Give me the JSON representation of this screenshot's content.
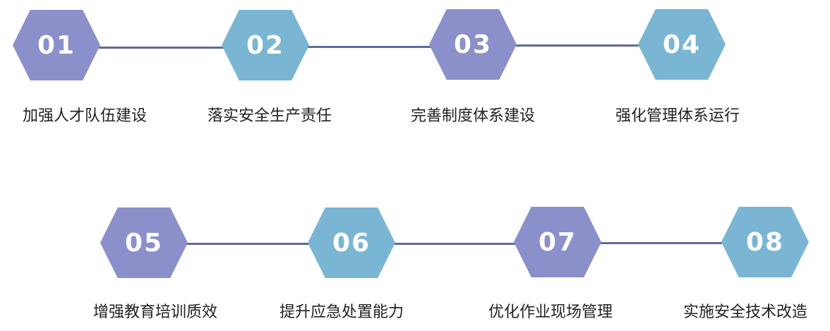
{
  "steps": [
    {
      "number": "01",
      "label": "加强人才队伍建设",
      "color": "#8b8fca"
    },
    {
      "number": "02",
      "label": "落实安全生产责任",
      "color": "#7ab6d4"
    },
    {
      "number": "03",
      "label": "完善制度体系建设",
      "color": "#8b8fca"
    },
    {
      "number": "04",
      "label": "强化管理体系运行",
      "color": "#7ab6d4"
    },
    {
      "number": "05",
      "label": "增强教育培训质效",
      "color": "#8b8fca"
    },
    {
      "number": "06",
      "label": "提升应急处置能力",
      "color": "#7ab6d4"
    },
    {
      "number": "07",
      "label": "优化作业现场管理",
      "color": "#8b8fca"
    },
    {
      "number": "08",
      "label": "实施安全技术改造",
      "color": "#7ab6d4"
    }
  ],
  "colors": {
    "purple": "#8b8fca",
    "blue": "#7ab6d4",
    "connector": "#5f6a98"
  }
}
